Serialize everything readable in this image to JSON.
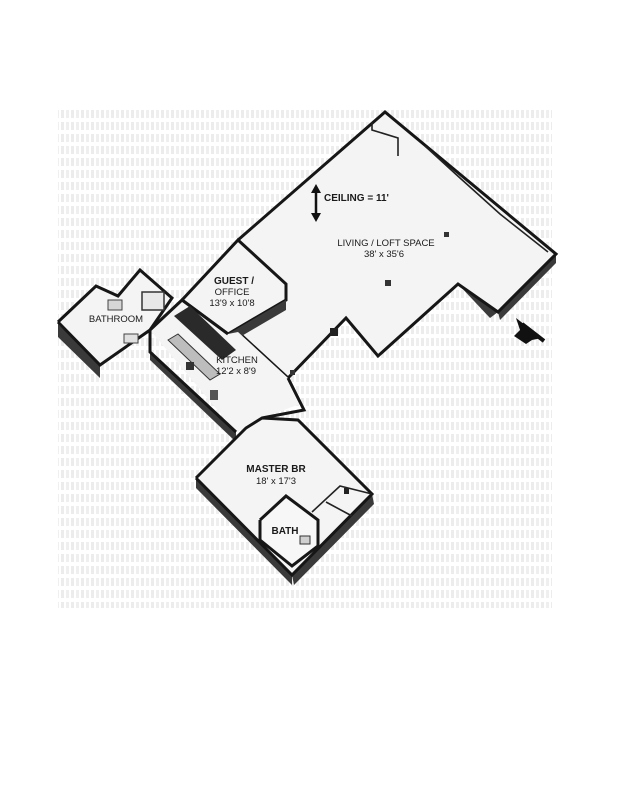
{
  "rooms": {
    "living": {
      "name": "LIVING / LOFT SPACE",
      "size": "38' x 35'6"
    },
    "guest": {
      "name_line1": "GUEST /",
      "name_line2": "OFFICE",
      "size": "13'9 x 10'8"
    },
    "bathroom": {
      "name": "BATHROOM"
    },
    "kitchen": {
      "name": "KITCHEN",
      "size": "12'2 x 8'9"
    },
    "master": {
      "name": "MASTER BR",
      "size": "18' x 17'3"
    },
    "bath": {
      "name": "BATH"
    }
  },
  "ceiling": {
    "label": "CEILING = 11'"
  },
  "colors": {
    "background": "#ffffff",
    "floor": "#f4f4f4",
    "wall": "#161616",
    "wall_side": "#3a3a3a",
    "pattern": "#e6e6e6"
  },
  "icons": {
    "entry": "entry-arrow-icon",
    "ceiling": "double-arrow-icon"
  }
}
